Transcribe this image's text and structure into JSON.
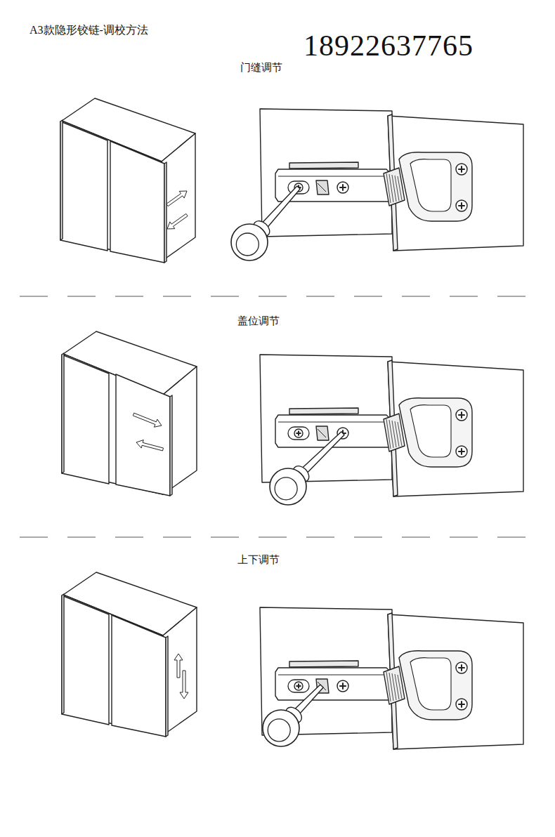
{
  "diagram": {
    "title": "A3款隐形铰链-调校方法",
    "labels": [
      "18922637765",
      "门缝调节",
      "盖位调节",
      "上下调节"
    ]
  }
}
